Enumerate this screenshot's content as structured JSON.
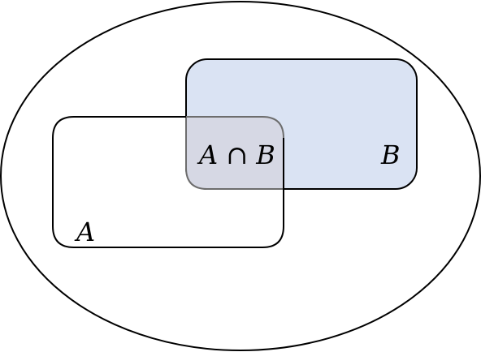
{
  "labels": {
    "set_a": "A",
    "set_b": "B",
    "intersection_left": "A",
    "intersection_op": " ∩ ",
    "intersection_right": "B"
  },
  "colors": {
    "outline": "#000000",
    "set_b_fill": "#dae3f3",
    "intersection_fill": "#d6d8e4",
    "intersection_stroke": "#6d6d6d",
    "background": "#ffffff"
  }
}
